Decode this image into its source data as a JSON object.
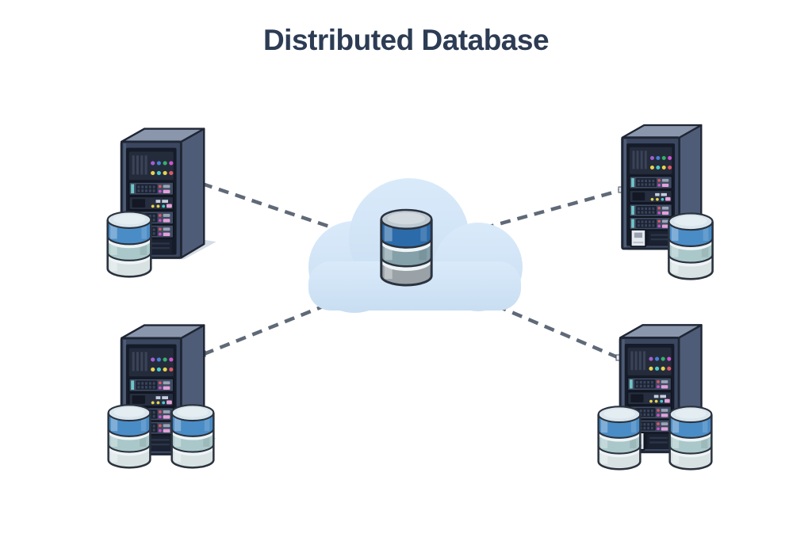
{
  "title": "Distributed Database",
  "diagram": {
    "type": "distributed-database-topology",
    "center_node": {
      "name": "cloud-database",
      "icons": [
        "cloud-icon",
        "database-icon"
      ]
    },
    "server_nodes": [
      {
        "id": "server-top-left",
        "position": "top-left",
        "icons": [
          "server-rack-icon",
          "database-icon"
        ],
        "database_count": 1
      },
      {
        "id": "server-top-right",
        "position": "top-right",
        "icons": [
          "server-rack-icon",
          "database-icon"
        ],
        "database_count": 1
      },
      {
        "id": "server-bottom-left",
        "position": "bottom-left",
        "icons": [
          "server-rack-icon",
          "database-icon",
          "database-icon"
        ],
        "database_count": 2
      },
      {
        "id": "server-bottom-right",
        "position": "bottom-right",
        "icons": [
          "server-rack-icon",
          "database-icon",
          "database-icon"
        ],
        "database_count": 2
      }
    ],
    "connections": [
      {
        "from": "server-top-left",
        "to": "cloud-database",
        "style": "dashed"
      },
      {
        "from": "server-top-right",
        "to": "cloud-database",
        "style": "dashed"
      },
      {
        "from": "server-bottom-left",
        "to": "cloud-database",
        "style": "dashed"
      },
      {
        "from": "server-bottom-right",
        "to": "cloud-database",
        "style": "dashed"
      }
    ],
    "colors": {
      "background": "#ffffff",
      "title_text": "#2d3c54",
      "cloud_fill": "#d2e5f7",
      "connection_line": "#5f6977",
      "rack_front": "#3b4760",
      "rack_side": "#4e5c77",
      "rack_top": "#8a96ab",
      "db_top_band": "#4a8cc6",
      "db_middle_band": "#aac8c9",
      "db_bottom_band": "#d8e2e3",
      "db_central_top_band": "#2b6baa"
    }
  }
}
